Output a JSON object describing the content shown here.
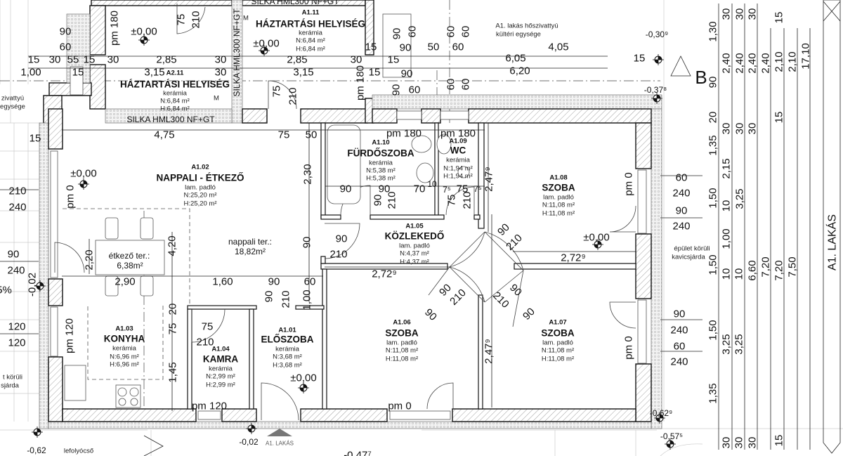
{
  "rooms": [
    {
      "code": "A2.11",
      "name": "HÁZTARTÁSI HELYISÉG",
      "floor": "kerámia",
      "net": "N:6,84 m²",
      "gross": "H:6,84 m²"
    },
    {
      "code": "A1.11",
      "name": "HÁZTARTÁSI HELYISÉG",
      "floor": "kerámia",
      "net": "N:6,84 m²",
      "gross": "H:6,84 m²"
    },
    {
      "code": "A1.02",
      "name": "NAPPALI - ÉTKEZŐ",
      "floor": "lam. padló",
      "net": "N:25,20 m²",
      "gross": "H:25,20 m²"
    },
    {
      "code": "A1.10",
      "name": "FÜRDŐSZOBA",
      "floor": "kerámia",
      "net": "N:5,38 m²",
      "gross": "H:5,38 m²"
    },
    {
      "code": "A1.09",
      "name": "WC",
      "floor": "kerámia",
      "net": "N:1,94 m²",
      "gross": "H:1,94 m²"
    },
    {
      "code": "A1.08",
      "name": "SZOBA",
      "floor": "lam. padló",
      "net": "N:11,08 m²",
      "gross": "H:11,08 m²"
    },
    {
      "code": "A1.05",
      "name": "KÖZLEKEDŐ",
      "floor": "lam. padló",
      "net": "N:4,37 m²",
      "gross": "H:4,37 m²"
    },
    {
      "code": "A1.03",
      "name": "KONYHA",
      "floor": "kerámia",
      "net": "N:6,96 m²",
      "gross": "H:6,96 m²"
    },
    {
      "code": "A1.04",
      "name": "KAMRA",
      "floor": "kerámia",
      "net": "N:2,99 m²",
      "gross": "H:2,99 m²"
    },
    {
      "code": "A1.01",
      "name": "ELŐSZOBA",
      "floor": "kerámia",
      "net": "N:3,68 m²",
      "gross": "H:3,68 m²"
    },
    {
      "code": "A1.06",
      "name": "SZOBA",
      "floor": "lam. padló",
      "net": "N:11,08 m²",
      "gross": "H:11,08 m²"
    },
    {
      "code": "A1.07",
      "name": "SZOBA",
      "floor": "lam. padló",
      "net": "N:11,08 m²",
      "gross": "H:11,08 m²"
    }
  ],
  "labels": [
    "90",
    "60",
    "pm 180",
    "75",
    "210",
    "±0,00",
    "±0,00",
    "SILKA HML300 NF+GT",
    "SILKA HML300 NF+GT",
    "SILKA HML300 NF+GT",
    "M",
    "M",
    "15",
    "30",
    "55",
    "15",
    "30",
    "2,85",
    "30",
    "2,85",
    "30",
    "15",
    "15",
    "1,00",
    "15",
    "3,15",
    "30",
    "3,15",
    "15",
    "90",
    "75",
    "210",
    "pm 180",
    "90",
    "60",
    "90",
    "90",
    "60",
    "15",
    "4,75",
    "75",
    "50",
    "±0,00",
    "pm 0",
    "2,30",
    "210",
    "240",
    "nappali ter.:",
    "18,82m²",
    "étkező ter.:",
    "6,38m²",
    "2,20",
    "4,20",
    "90",
    "240",
    "-0,02",
    "5%",
    "2,90",
    "1,60",
    "90",
    "60",
    "90",
    "210",
    "1,00",
    "90",
    "90",
    "210",
    "2,72⁹",
    "120",
    "120",
    "pm 120",
    "20",
    "75",
    "1,45",
    "75",
    "210",
    "pm 120",
    "±0,00",
    "pm 0",
    "t körüli",
    "sjárda",
    "-0,62",
    "lefolyócső",
    "-0,02",
    "A1. LAKÁS",
    "-0,47⁷",
    "zivattyú",
    "egysége",
    "pm 180",
    "90",
    "90",
    "70",
    "10",
    "7⁵",
    "75",
    "7⁵",
    "90",
    "210",
    "75",
    "210",
    "pm 180",
    "2,47⁹",
    "A1. lakás hőszivattyú",
    "kültéri egysége",
    "-0,30⁹",
    "50",
    "60",
    "4,05",
    "6,05",
    "15",
    "6,20",
    "B",
    "60",
    "60",
    "-0,37⁸",
    "60",
    "60",
    "pm 0",
    "60",
    "240",
    "90",
    "240",
    "±0,00",
    "épület körüli",
    "kavicsjárda",
    "2,72⁹",
    "pm 0",
    "2,47⁹",
    "90",
    "240",
    "60",
    "240",
    "-0,62⁹",
    "-0,57⁵",
    "90",
    "210",
    "90",
    "210",
    "90",
    "210",
    "90",
    "90",
    "1,30",
    "90",
    "20",
    "1,35",
    "1,50",
    "1,50",
    "1,50",
    "1,35",
    "30",
    "30",
    "30",
    "15",
    "2,40",
    "2,40",
    "2,40",
    "2,40",
    "2,10",
    "2,10",
    "17,10",
    "15",
    "30",
    "30",
    "30",
    "2,15",
    "10",
    "3,25",
    "1,00",
    "10",
    "10",
    "6,60",
    "7,20",
    "7,20",
    "7,50",
    "3,25",
    "3,25",
    "30",
    "30",
    "30",
    "15",
    "A1. LAKÁS"
  ]
}
